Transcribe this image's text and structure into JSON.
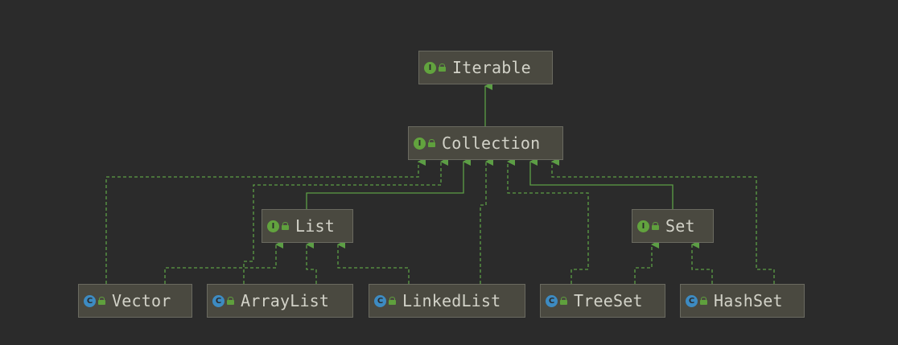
{
  "diagram": {
    "nodes": [
      {
        "id": "iterable",
        "label": "Iterable",
        "kind": "interface",
        "badge_letter": "I"
      },
      {
        "id": "collection",
        "label": "Collection",
        "kind": "interface",
        "badge_letter": "I"
      },
      {
        "id": "list",
        "label": "List",
        "kind": "interface",
        "badge_letter": "I"
      },
      {
        "id": "set",
        "label": "Set",
        "kind": "interface",
        "badge_letter": "I"
      },
      {
        "id": "vector",
        "label": "Vector",
        "kind": "class",
        "badge_letter": "C"
      },
      {
        "id": "arraylist",
        "label": "ArrayList",
        "kind": "class",
        "badge_letter": "C"
      },
      {
        "id": "linkedlist",
        "label": "LinkedList",
        "kind": "class",
        "badge_letter": "C"
      },
      {
        "id": "treeset",
        "label": "TreeSet",
        "kind": "class",
        "badge_letter": "C"
      },
      {
        "id": "hashset",
        "label": "HashSet",
        "kind": "class",
        "badge_letter": "C"
      }
    ],
    "edges": [
      {
        "from": "collection",
        "to": "iterable",
        "style": "solid"
      },
      {
        "from": "list",
        "to": "collection",
        "style": "solid"
      },
      {
        "from": "set",
        "to": "collection",
        "style": "solid"
      },
      {
        "from": "vector",
        "to": "collection",
        "style": "dashed"
      },
      {
        "from": "arraylist",
        "to": "collection",
        "style": "dashed"
      },
      {
        "from": "linkedlist",
        "to": "collection",
        "style": "dashed"
      },
      {
        "from": "treeset",
        "to": "collection",
        "style": "dashed"
      },
      {
        "from": "hashset",
        "to": "collection",
        "style": "dashed"
      },
      {
        "from": "vector",
        "to": "list",
        "style": "dashed"
      },
      {
        "from": "arraylist",
        "to": "list",
        "style": "dashed"
      },
      {
        "from": "linkedlist",
        "to": "list",
        "style": "dashed"
      },
      {
        "from": "treeset",
        "to": "set",
        "style": "dashed"
      },
      {
        "from": "hashset",
        "to": "set",
        "style": "dashed"
      }
    ],
    "colors": {
      "background": "#2b2b2b",
      "node_fill": "#4a4940",
      "node_border": "#6a6a60",
      "edge": "#5c9e45",
      "interface_badge": "#62a33e",
      "class_badge": "#3d8bc2",
      "label_text": "#d2d2c8"
    }
  }
}
